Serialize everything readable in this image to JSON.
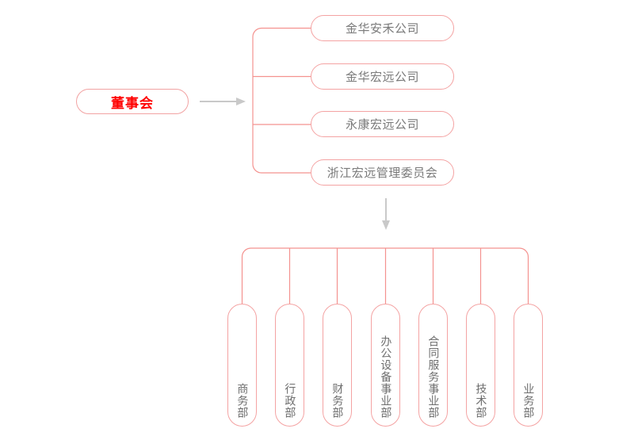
{
  "diagram": {
    "type": "organizational-chart",
    "title": "",
    "accent_color": "#f4a3a3",
    "root_text_color": "#ff0000",
    "node_text_color": "#6e6e6e",
    "arrow_color": "#c8c8c8",
    "root": {
      "label": "董事会"
    },
    "companies": [
      {
        "label": "金华安禾公司"
      },
      {
        "label": "金华宏远公司"
      },
      {
        "label": "永康宏远公司"
      },
      {
        "label": "浙江宏远管理委员会"
      }
    ],
    "departments": [
      {
        "label": "商务部"
      },
      {
        "label": "行政部"
      },
      {
        "label": "财务部"
      },
      {
        "label": "办公设备事业部"
      },
      {
        "label": "合同服务事业部"
      },
      {
        "label": "技术部"
      },
      {
        "label": "业务部"
      }
    ],
    "connectors": {
      "root_to_companies_arrow": "right-arrow",
      "companies_to_departments_arrow": "down-arrow"
    }
  }
}
